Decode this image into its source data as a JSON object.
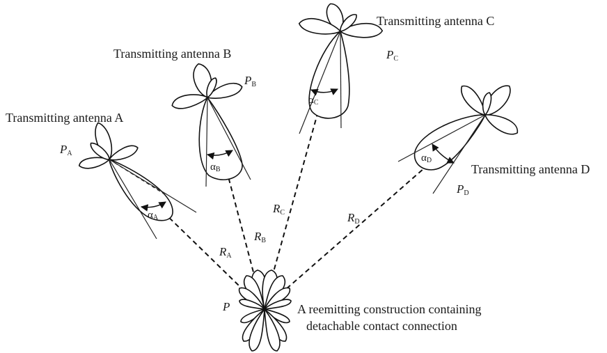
{
  "labels": {
    "antenna_a": "Transmitting antenna A",
    "antenna_b": "Transmitting antenna B",
    "antenna_c": "Transmitting antenna C",
    "antenna_d": "Transmitting antenna D",
    "reemitter_line1": "A reemitting construction containing",
    "reemitter_line2": "detachable contact connection"
  },
  "symbols": {
    "p": "P",
    "subs": {
      "a": "A",
      "b": "B",
      "c": "C",
      "d": "D"
    },
    "alpha": "α",
    "r": "R"
  }
}
